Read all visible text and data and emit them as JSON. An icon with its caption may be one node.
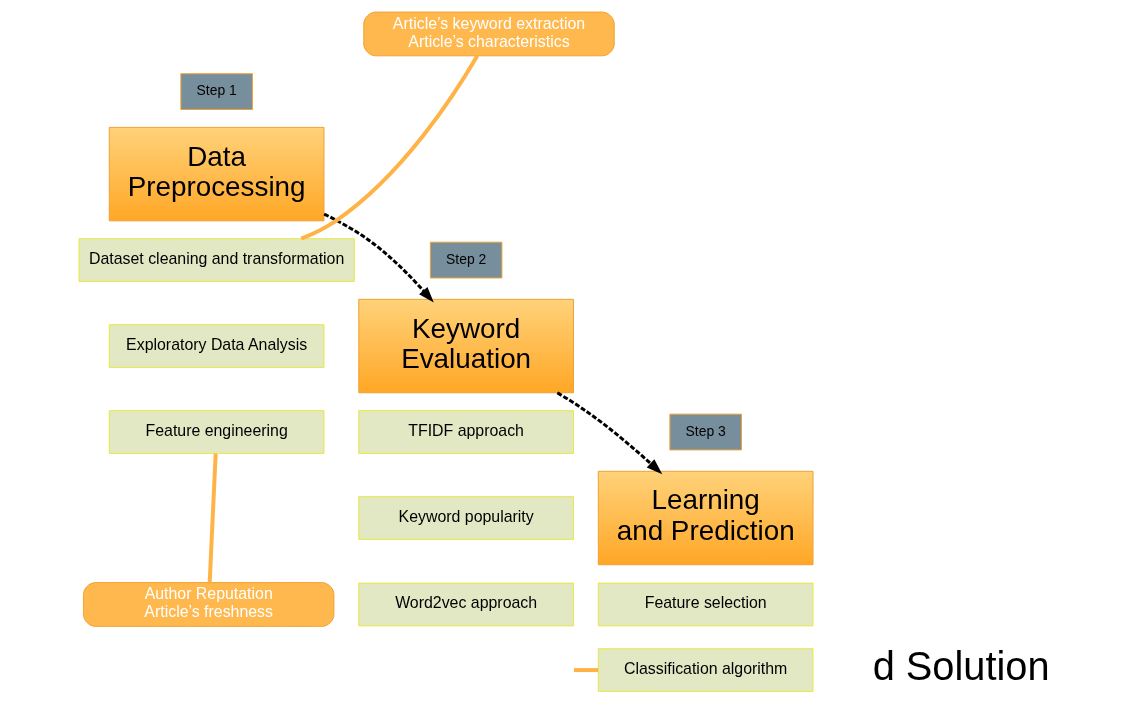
{
  "diagram": {
    "nodes": [
      {
        "text": [
          "Step 1"
        ]
      },
      {
        "text": [
          "Data Preprocessing"
        ]
      },
      {
        "text": [
          "Dataset cleaning and transformation"
        ]
      },
      {
        "text": [
          "Exploratory Data Analysis"
        ]
      },
      {
        "text": [
          "Feature engineering"
        ]
      },
      {
        "text": [
          "Step 2"
        ]
      },
      {
        "text": [
          "Keyword Evaluation"
        ]
      },
      {
        "text": [
          "TFIDF approach"
        ]
      },
      {
        "text": [
          "Keyword popularity"
        ]
      },
      {
        "text": [
          "Word2vec approach"
        ]
      },
      {
        "text": [
          "Step 3"
        ]
      },
      {
        "text": [
          "Learning and Prediction"
        ]
      },
      {
        "text": [
          "Feature selection"
        ]
      },
      {
        "text": [
          "Classification algorithm"
        ]
      },
      {
        "text": [
          "Article’s keyword extraction",
          "Article’s characteristics"
        ]
      },
      {
        "text": [
          "Author Reputation",
          "Article’s freshness"
        ]
      }
    ],
    "edges": [
      {
        "from": 1,
        "to": 6,
        "arrow": "to",
        "style": "dashed",
        "color": "#000000"
      },
      {
        "from": 6,
        "to": 11,
        "arrow": "to",
        "style": "dashed",
        "color": "#000000"
      },
      {
        "from": 14,
        "to": 2,
        "arrow": "none",
        "color": "#ffb347"
      },
      {
        "from": 15,
        "to": 4,
        "arrow": "none",
        "color": "#ffb347"
      },
      {
        "from": null,
        "to": 13,
        "arrow": "none",
        "color": "#ffb347"
      }
    ],
    "labels": [
      "d Solution"
    ]
  }
}
